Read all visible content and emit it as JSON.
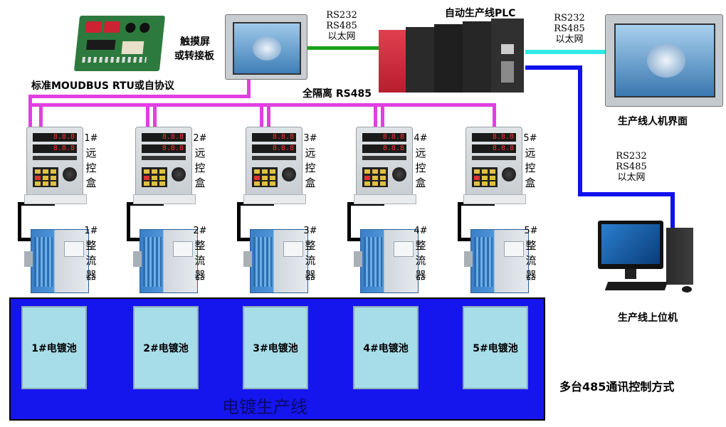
{
  "labels": {
    "plc": "自动生产线PLC",
    "touchscreen_line1": "触摸屏",
    "touchscreen_line2": "或转接板",
    "modbus": "标准MOUDBUS RTU或自协议",
    "isolated": "全隔离 RS485",
    "hmi": "生产线人机界面",
    "host": "生产线上位机",
    "method": "多台485通讯控制方式",
    "line": "电镀生产线"
  },
  "protocols": {
    "touch_plc": [
      "RS232",
      "RS485",
      "以太网"
    ],
    "plc_hmi": [
      "RS232",
      "RS485",
      "以太网"
    ],
    "host": [
      "RS232",
      "RS485",
      "以太网"
    ]
  },
  "remotes": [
    {
      "num": "1#",
      "chars": [
        "远",
        "控",
        "盒"
      ],
      "disp1": "8.8.8",
      "disp2": "8.8.8"
    },
    {
      "num": "2#",
      "chars": [
        "远",
        "控",
        "盒"
      ],
      "disp1": "8.8.8",
      "disp2": "8.8.8"
    },
    {
      "num": "3#",
      "chars": [
        "远",
        "控",
        "盒"
      ],
      "disp1": "8.8.8",
      "disp2": "8.8.8"
    },
    {
      "num": "4#",
      "chars": [
        "远",
        "控",
        "盒"
      ],
      "disp1": "8.8.8",
      "disp2": "8.8.8"
    },
    {
      "num": "5#",
      "chars": [
        "远",
        "控",
        "盒"
      ],
      "disp1": "8.8.8",
      "disp2": "8.8.8"
    }
  ],
  "rectifiers": [
    {
      "num": "1#",
      "chars": [
        "整",
        "流",
        "器"
      ]
    },
    {
      "num": "2#",
      "chars": [
        "整",
        "流",
        "器"
      ]
    },
    {
      "num": "3#",
      "chars": [
        "整",
        "流",
        "器"
      ]
    },
    {
      "num": "4#",
      "chars": [
        "整",
        "流",
        "器"
      ]
    },
    {
      "num": "5#",
      "chars": [
        "整",
        "流",
        "器"
      ]
    }
  ],
  "tanks": [
    "1#电镀池",
    "2#电镀池",
    "3#电镀池",
    "4#电镀池",
    "5#电镀池"
  ],
  "colors": {
    "rs485_bus": "#e040e0",
    "plc_link": "#1aa01a",
    "hmi_link": "#33e8e8",
    "host_link": "#1010ee",
    "line_bg": "#1515ee",
    "tank_fill": "#a7dde9"
  }
}
